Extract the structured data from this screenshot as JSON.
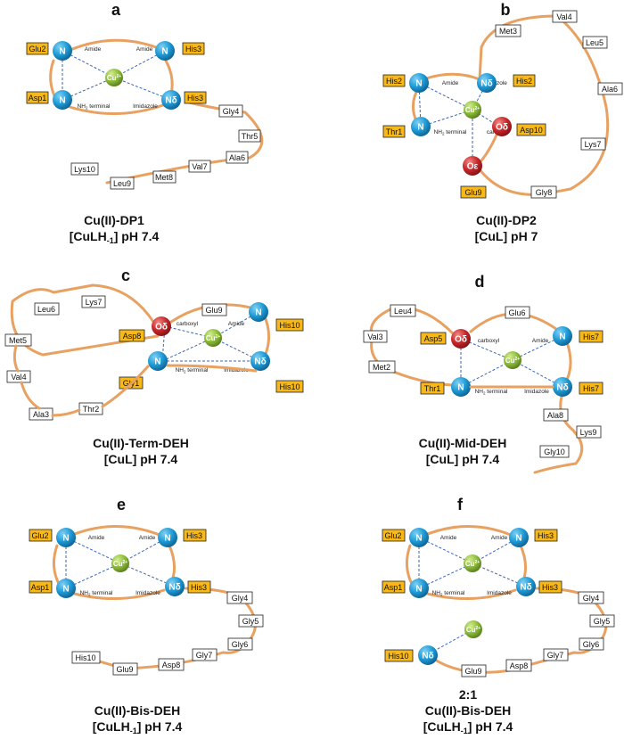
{
  "colors": {
    "chain": "#e8a161",
    "coordination": "#3a66b7",
    "n_atom": "#1e9ad6",
    "o_atom": "#c8262a",
    "copper": "#8cbc3a",
    "highlight_box": "#f8b817"
  },
  "cu_label": "Cu2+",
  "bond_labels": {
    "amide": "Amide",
    "imidazole": "Imidazole",
    "nh2": "NH2 terminal",
    "carboxyl": "carboxyl"
  },
  "atom_labels": {
    "N": "N",
    "Nd": "Nδ",
    "Od": "Oδ",
    "Oe": "Oε"
  },
  "panels": {
    "a": {
      "letter": "a",
      "res": {
        "glu2": "Glu2",
        "his3_top": "His3",
        "asp1": "Asp1",
        "his3_bot": "His3",
        "gly4": "Gly4",
        "thr5": "Thr5",
        "ala6": "Ala6",
        "val7": "Val7",
        "met8": "Met8",
        "leu9": "Leu9",
        "lys10": "Lys10"
      },
      "caption1": "Cu(II)-DP1",
      "caption2_main": "[CuLH",
      "caption2_sub": "-1",
      "caption2_tail": "] pH 7.4"
    },
    "b": {
      "letter": "b",
      "res": {
        "met3": "Met3",
        "val4": "Val4",
        "leu5": "Leu5",
        "ala6": "Ala6",
        "lys7": "Lys7",
        "gly8": "Gly8",
        "his2_left": "His2",
        "his2_right": "His2",
        "thr1": "Thr1",
        "asp10": "Asp10",
        "glu9": "Glu9"
      },
      "caption1": "Cu(II)-DP2",
      "caption2": "[CuL] pH 7"
    },
    "c": {
      "letter": "c",
      "res": {
        "leu6": "Leu6",
        "lys7": "Lys7",
        "glu9": "Glu9",
        "met5": "Met5",
        "asp8": "Asp8",
        "his10_top": "His10",
        "val4": "Val4",
        "gly1": "Gly1",
        "his10_bot": "His10",
        "ala3": "Ala3",
        "thr2": "Thr2"
      },
      "caption1": "Cu(II)-Term-DEH",
      "caption2": "[CuL] pH 7.4"
    },
    "d": {
      "letter": "d",
      "res": {
        "leu4": "Leu4",
        "glu6": "Glu6",
        "val3": "Val3",
        "asp5": "Asp5",
        "his7_top": "His7",
        "met2": "Met2",
        "thr1": "Thr1",
        "his7_bot": "His7",
        "ala8": "Ala8",
        "lys9": "Lys9",
        "gly10": "Gly10"
      },
      "caption1": "Cu(II)-Mid-DEH",
      "caption2": "[CuL] pH 7.4"
    },
    "e": {
      "letter": "e",
      "res": {
        "glu2": "Glu2",
        "his3_top": "His3",
        "asp1": "Asp1",
        "his3_bot": "His3",
        "gly4": "Gly4",
        "gly5": "Gly5",
        "gly6": "Gly6",
        "gly7": "Gly7",
        "asp8": "Asp8",
        "glu9": "Glu9",
        "his10": "His10"
      },
      "caption1": "Cu(II)-Bis-DEH",
      "caption2_main": "[CuLH",
      "caption2_sub": "-1",
      "caption2_tail": "] pH 7.4"
    },
    "f": {
      "letter": "f",
      "res": {
        "glu2": "Glu2",
        "his3_top": "His3",
        "asp1": "Asp1",
        "his3_bot": "His3",
        "gly4": "Gly4",
        "gly5": "Gly5",
        "gly6": "Gly6",
        "gly7": "Gly7",
        "asp8": "Asp8",
        "glu9": "Glu9",
        "his10": "His10"
      },
      "caption0": "2:1",
      "caption1": "Cu(II)-Bis-DEH",
      "caption2_main": "[CuLH",
      "caption2_sub": "-1",
      "caption2_tail": "] pH 7.4"
    }
  }
}
